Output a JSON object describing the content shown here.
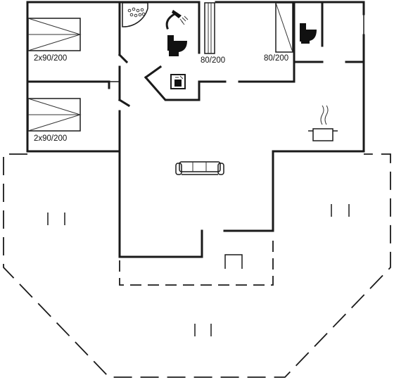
{
  "labels": {
    "bed_upper": "2x90/200",
    "bed_lower": "2x90/200",
    "bed_single_left": "80/200",
    "bed_single_right": "80/200"
  },
  "icons": [
    "bathtub-icon",
    "shower-icon",
    "toilet-icon",
    "washing-machine-icon",
    "stove-icon",
    "sofa-icon"
  ],
  "colors": {
    "line": "#1a1a1a",
    "background": "#ffffff"
  }
}
